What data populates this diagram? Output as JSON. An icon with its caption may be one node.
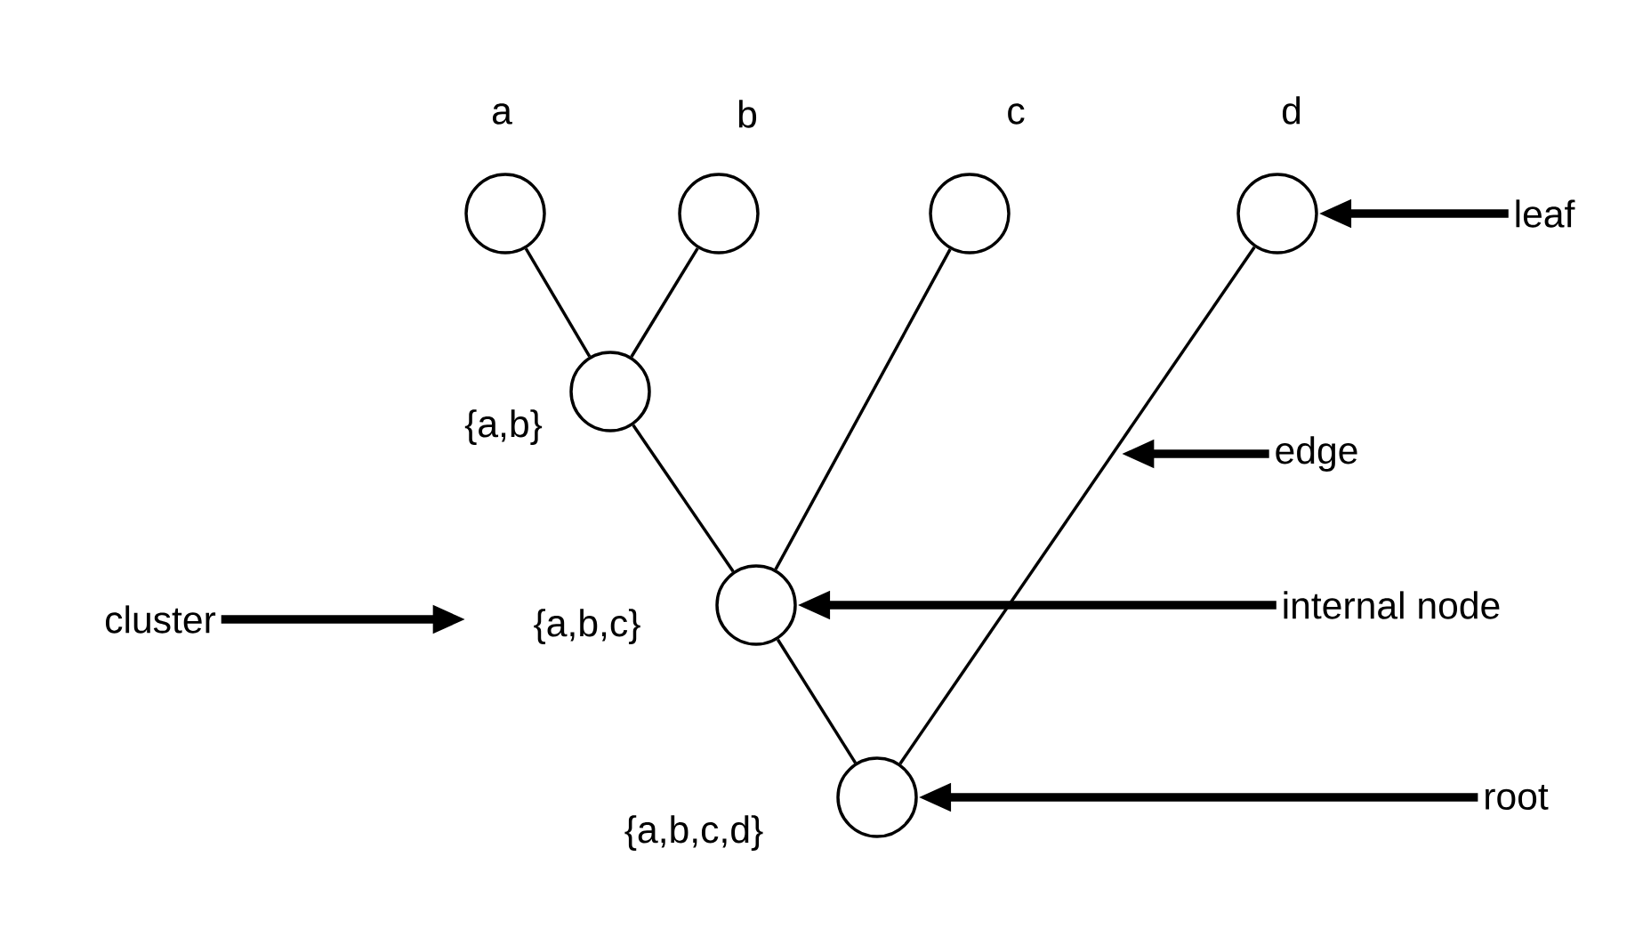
{
  "diagram": {
    "nodes": [
      {
        "text": [],
        "shape": "circle",
        "beside": [
          "a"
        ]
      },
      {
        "text": [],
        "shape": "circle",
        "beside": [
          "b"
        ]
      },
      {
        "text": [],
        "shape": "circle",
        "beside": [
          "c"
        ]
      },
      {
        "text": [],
        "shape": "circle",
        "beside": [
          "d"
        ]
      },
      {
        "text": [
          "leaf"
        ]
      },
      {
        "text": [],
        "shape": "circle",
        "beside": [
          "{a,b}"
        ]
      },
      {
        "text": [
          "edge"
        ]
      },
      {
        "text": [
          "cluster"
        ]
      },
      {
        "text": [],
        "shape": "circle",
        "beside": [
          "{a,b,c}"
        ]
      },
      {
        "text": [
          "internal node"
        ]
      },
      {
        "text": [],
        "shape": "circle",
        "beside": [
          "{a,b,c,d}"
        ]
      },
      {
        "text": [
          "root"
        ]
      }
    ],
    "edges": [
      {
        "from": 0,
        "to": 5,
        "arrow": "none"
      },
      {
        "from": 1,
        "to": 5,
        "arrow": "none"
      },
      {
        "from": 5,
        "to": 8,
        "arrow": "none"
      },
      {
        "from": 2,
        "to": 8,
        "arrow": "none"
      },
      {
        "from": 8,
        "to": 10,
        "arrow": "none"
      },
      {
        "from": 3,
        "to": 10,
        "arrow": "none"
      },
      {
        "from": 4,
        "to": 3,
        "arrow": "to",
        "style": "thick"
      },
      {
        "from": 6,
        "to": null,
        "arrow": "to",
        "style": "thick"
      },
      {
        "from": 7,
        "to": null,
        "arrow": "to",
        "style": "thick"
      },
      {
        "from": 9,
        "to": 8,
        "arrow": "to",
        "style": "thick"
      },
      {
        "from": 11,
        "to": 10,
        "arrow": "to",
        "style": "thick"
      }
    ]
  }
}
